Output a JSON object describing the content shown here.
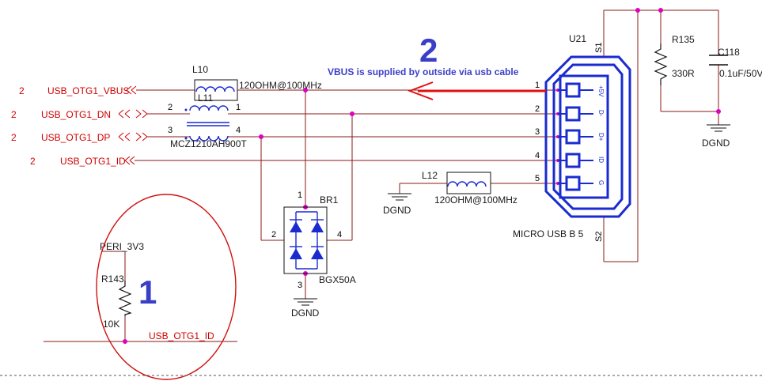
{
  "nets": {
    "vbus": "USB_OTG1_VBUS",
    "dn": "USB_OTG1_DN",
    "dp": "USB_OTG1_DP",
    "id": "USB_OTG1_ID",
    "id_bottom": "USB_OTG1_ID",
    "sheet_vbus": "2",
    "sheet_dn": "2",
    "sheet_dp": "2",
    "sheet_id": "2"
  },
  "components": {
    "l10": {
      "ref": "L10",
      "value": "120OHM@100MHz"
    },
    "l11": {
      "ref": "L11",
      "part": "MCZ1210AH900T",
      "pin1": "1",
      "pin2": "2",
      "pin3": "3",
      "pin4": "4"
    },
    "br1": {
      "ref": "BR1",
      "part": "BGX50A",
      "pin1": "1",
      "pin2": "2",
      "pin3": "3",
      "pin4": "4"
    },
    "l12": {
      "ref": "L12",
      "value": "120OHM@100MHz"
    },
    "u21": {
      "ref": "U21",
      "part": "MICRO USB B 5",
      "s1": "S1",
      "s2": "S2",
      "pins": [
        "1",
        "2",
        "3",
        "4",
        "5"
      ],
      "pin_names": [
        "+5V",
        "D-",
        "D+",
        "ID",
        "G"
      ]
    },
    "r135": {
      "ref": "R135",
      "value": "330R"
    },
    "c118": {
      "ref": "C118",
      "value": "0.1uF/50V"
    },
    "r143": {
      "ref": "R143",
      "value": "10K"
    }
  },
  "power": {
    "peri": "PERI_3V3",
    "dgnd_l12": "DGND",
    "dgnd_br1": "DGND",
    "dgnd_c118": "DGND"
  },
  "annotations": {
    "callout1": "1",
    "callout2": "2",
    "vbus_note": "VBUS is supplied by outside via usb cable"
  },
  "colors": {
    "wire": "#8b1a1a",
    "component": "#1a2bd0",
    "net_label": "#d00000",
    "annotation": "#3a3fc8",
    "callout_ellipse": "#d01010",
    "arrow": "#e01010",
    "junction": "#e000c0"
  }
}
